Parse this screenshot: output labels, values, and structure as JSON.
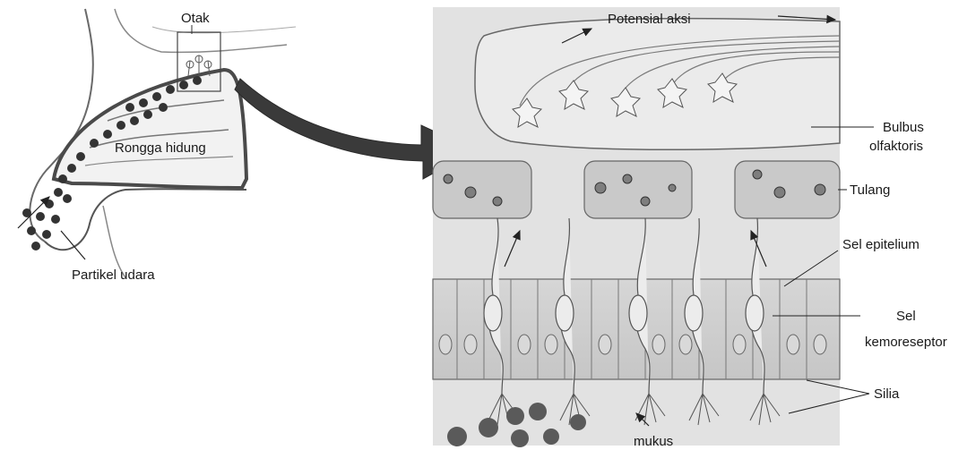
{
  "labels": {
    "otak": "Otak",
    "rongga_hidung": "Rongga hidung",
    "partikel_udara": "Partikel udara",
    "potensial_aksi": "Potensial aksi",
    "bulbus_line1": "Bulbus",
    "bulbus_line2": "olfaktoris",
    "tulang": "Tulang",
    "sel_epitelium": "Sel epitelium",
    "sel_kemo_line1": "Sel",
    "sel_kemo_line2": "kemoreseptor",
    "silia": "Silia",
    "mukus": "mukus"
  }
}
